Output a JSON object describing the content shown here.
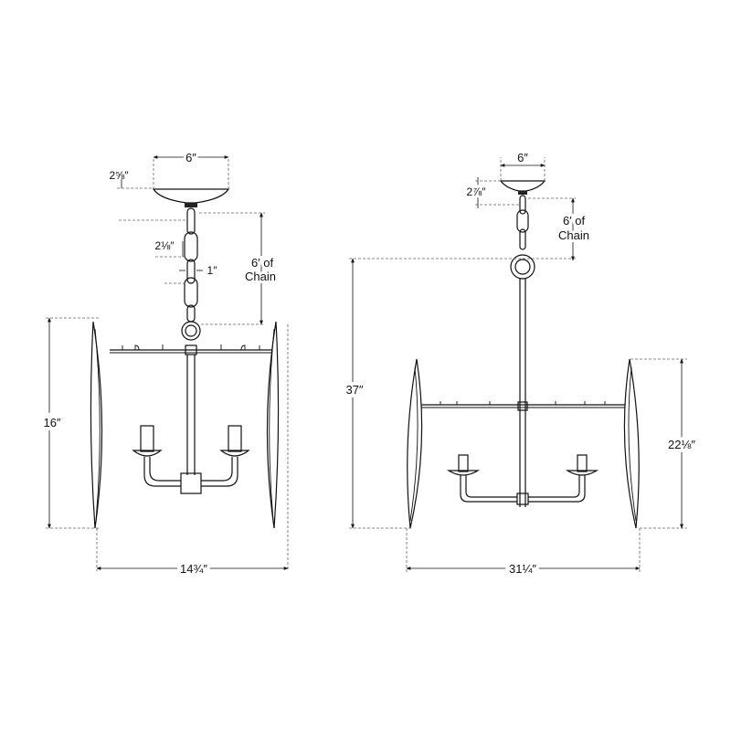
{
  "left_fixture": {
    "canopy_width": "6″",
    "canopy_height": "2⅝″",
    "link_length": "2⅛″",
    "link_width": "1″",
    "chain_label_line1": "6′ of",
    "chain_label_line2": "Chain",
    "height": "16″",
    "width": "14¾″"
  },
  "right_fixture": {
    "canopy_width": "6″",
    "canopy_height": "2⅞″",
    "chain_label_line1": "6′ of",
    "chain_label_line2": "Chain",
    "overall_height": "37″",
    "shade_height": "22⅛″",
    "width": "31¼″"
  }
}
